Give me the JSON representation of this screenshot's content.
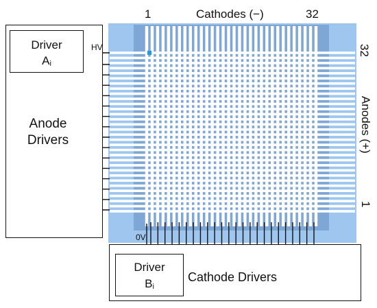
{
  "cathodes": {
    "title": "Cathodes (−)",
    "first": "1",
    "last": "32"
  },
  "anodes": {
    "title": "Anodes (+)",
    "first": "1",
    "last": "32"
  },
  "anode_drivers": {
    "label_line1": "Anode",
    "label_line2": "Drivers",
    "driver_line1": "Driver",
    "driver_main": "A",
    "driver_sub": "i",
    "voltage": "HV"
  },
  "cathode_drivers": {
    "label": "Cathode Drivers",
    "driver_line1": "Driver",
    "driver_main": "B",
    "driver_sub": "i",
    "voltage": "0V"
  },
  "colors": {
    "substrate": "#9ec6ef",
    "substrate_inner": "#7fa7d6",
    "electrode": "#ffffff",
    "highlight_pixel": "#1e9be8",
    "wire": "#111111"
  }
}
